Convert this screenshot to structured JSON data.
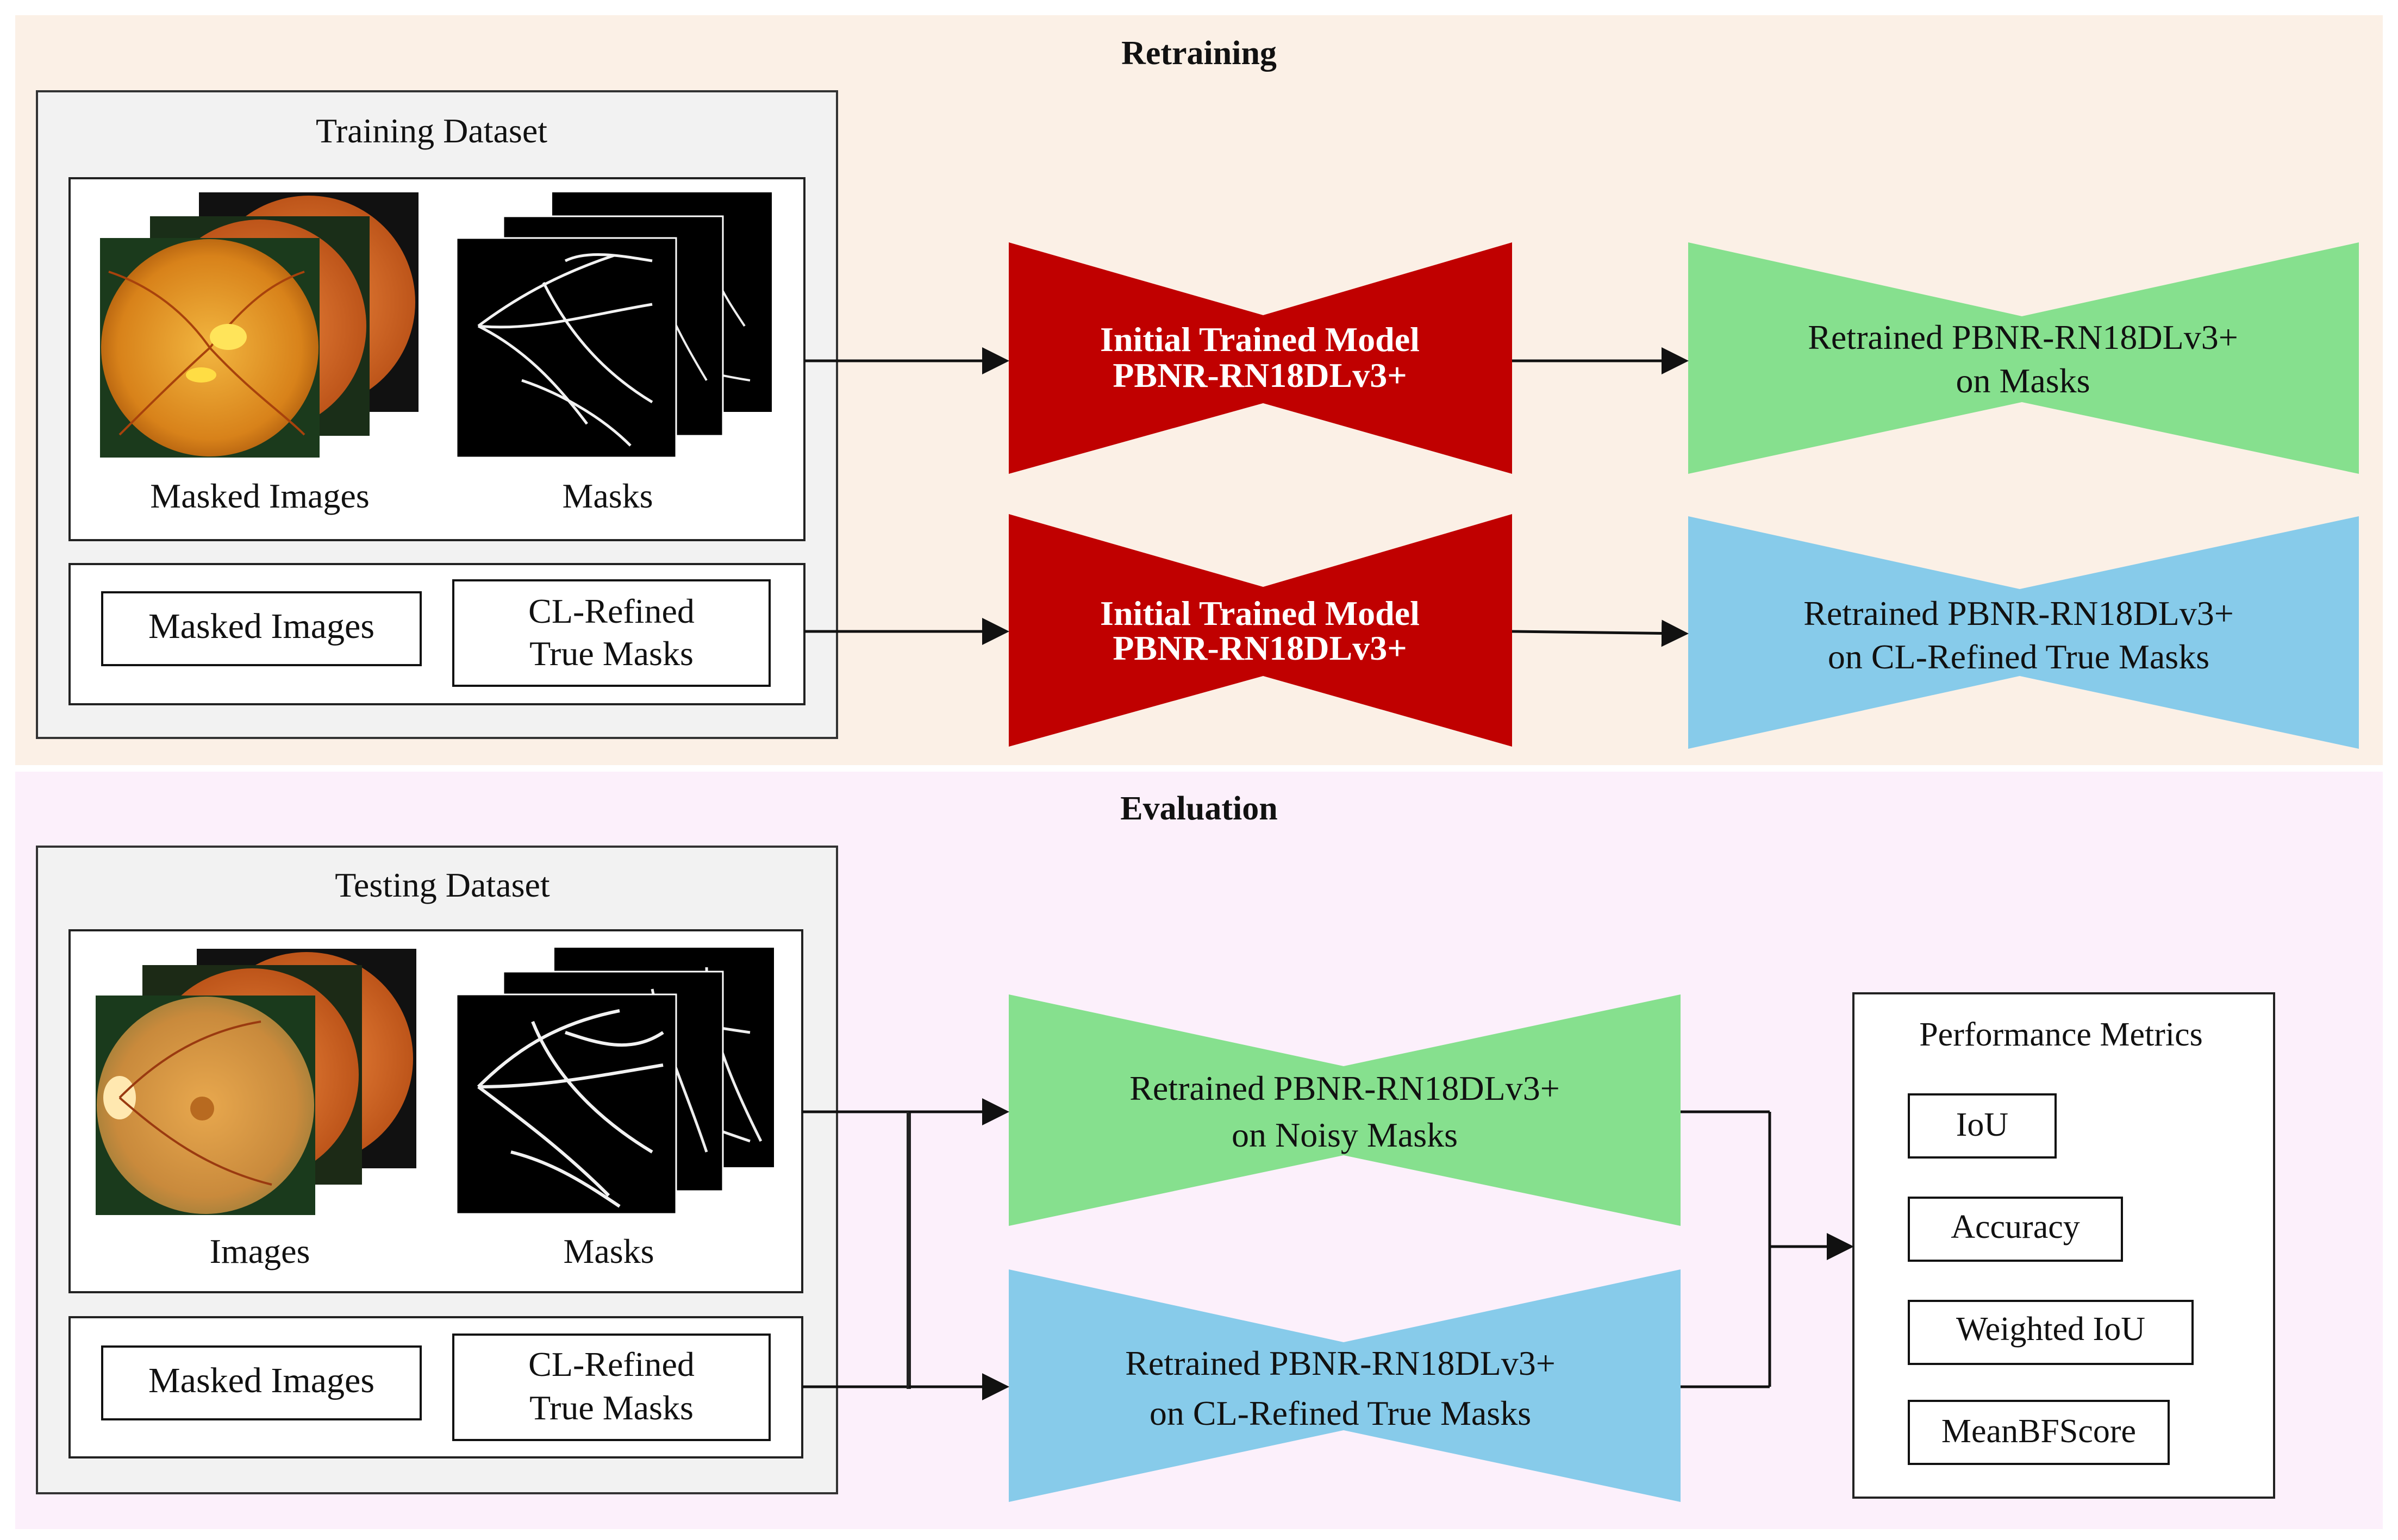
{
  "colors": {
    "retraining_bg": "#fbf0e6",
    "evaluation_bg": "#fcf0fb",
    "dataset_bg": "#f2f2f2",
    "initial_model": "#c00000",
    "green_model": "#86e08e",
    "blue_model": "#87cbea"
  },
  "retraining": {
    "title": "Retraining",
    "dataset_title": "Training Dataset",
    "images_label": "Masked Images",
    "masks_label": "Masks",
    "box_images": "Masked Images",
    "box_refined_line1": "CL-Refined",
    "box_refined_line2": "True Masks",
    "initial_model_1": {
      "line1": "Initial Trained Model",
      "line2": "PBNR-RN18DLv3+"
    },
    "initial_model_2": {
      "line1": "Initial Trained Model",
      "line2": "PBNR-RN18DLv3+"
    },
    "retrained_masks": {
      "line1": "Retrained PBNR-RN18DLv3+",
      "line2": "on Masks"
    },
    "retrained_refined": {
      "line1": "Retrained PBNR-RN18DLv3+",
      "line2": "on CL-Refined True Masks"
    }
  },
  "evaluation": {
    "title": "Evaluation",
    "dataset_title": "Testing Dataset",
    "images_label": "Images",
    "masks_label": "Masks",
    "box_images": "Masked Images",
    "box_refined_line1": "CL-Refined",
    "box_refined_line2": "True Masks",
    "noisy_model": {
      "line1": "Retrained PBNR-RN18DLv3+",
      "line2": "on Noisy Masks"
    },
    "refined_model": {
      "line1": "Retrained PBNR-RN18DLv3+",
      "line2": "on CL-Refined True Masks"
    },
    "metrics": {
      "title": "Performance Metrics",
      "items": [
        "IoU",
        "Accuracy",
        "Weighted IoU",
        "MeanBFScore"
      ]
    }
  }
}
